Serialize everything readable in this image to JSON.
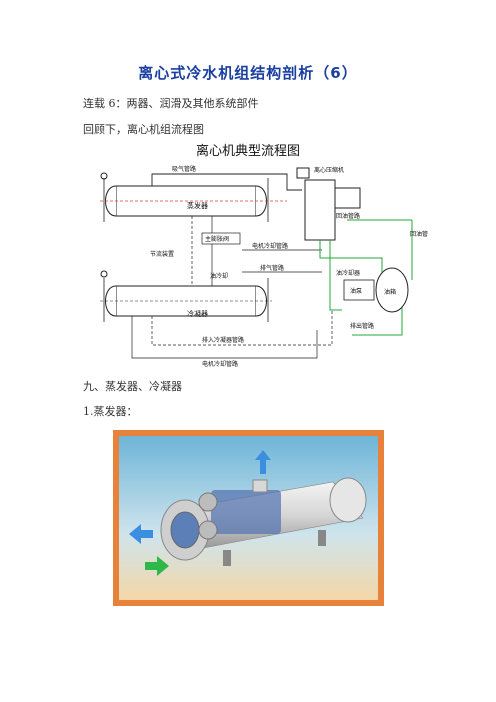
{
  "doc": {
    "title": "离心式冷水机组结构剖析（6）",
    "serial_line": "连载 6：两器、润滑及其他系统部件",
    "review_line": "回顾下，离心机组流程图",
    "diagram_title": "离心机典型流程图",
    "section_heading": "九、蒸发器、冷凝器",
    "subheading": "1.蒸发器："
  },
  "flow_labels": {
    "top_pipe": "吸气管路",
    "evaporator": "蒸发器",
    "main_valve": "主膨胀阀",
    "condenser": "冷凝器",
    "float": "节流装置",
    "return_oil": "回油管路",
    "oil_cool": "油冷却",
    "motor_cool": "电机冷却管路",
    "exhaust": "排气管路",
    "compressor": "离心压缩机",
    "oil_pump": "油泵",
    "oil_heater": "油冷却器",
    "oil_tank": "油箱",
    "bottom1": "排入冷凝器管路",
    "bottom2": "电机冷却管路",
    "right_tag": "回油管",
    "right_tag2": "排出管路"
  },
  "colors": {
    "title": "#1a3fa0",
    "green_pipe": "#22a83a",
    "photo_frame": "#e8823a",
    "photo_bg_top": "#6db5d8",
    "arrow_out": "#3b8fe0",
    "arrow_in": "#2fb84a"
  }
}
